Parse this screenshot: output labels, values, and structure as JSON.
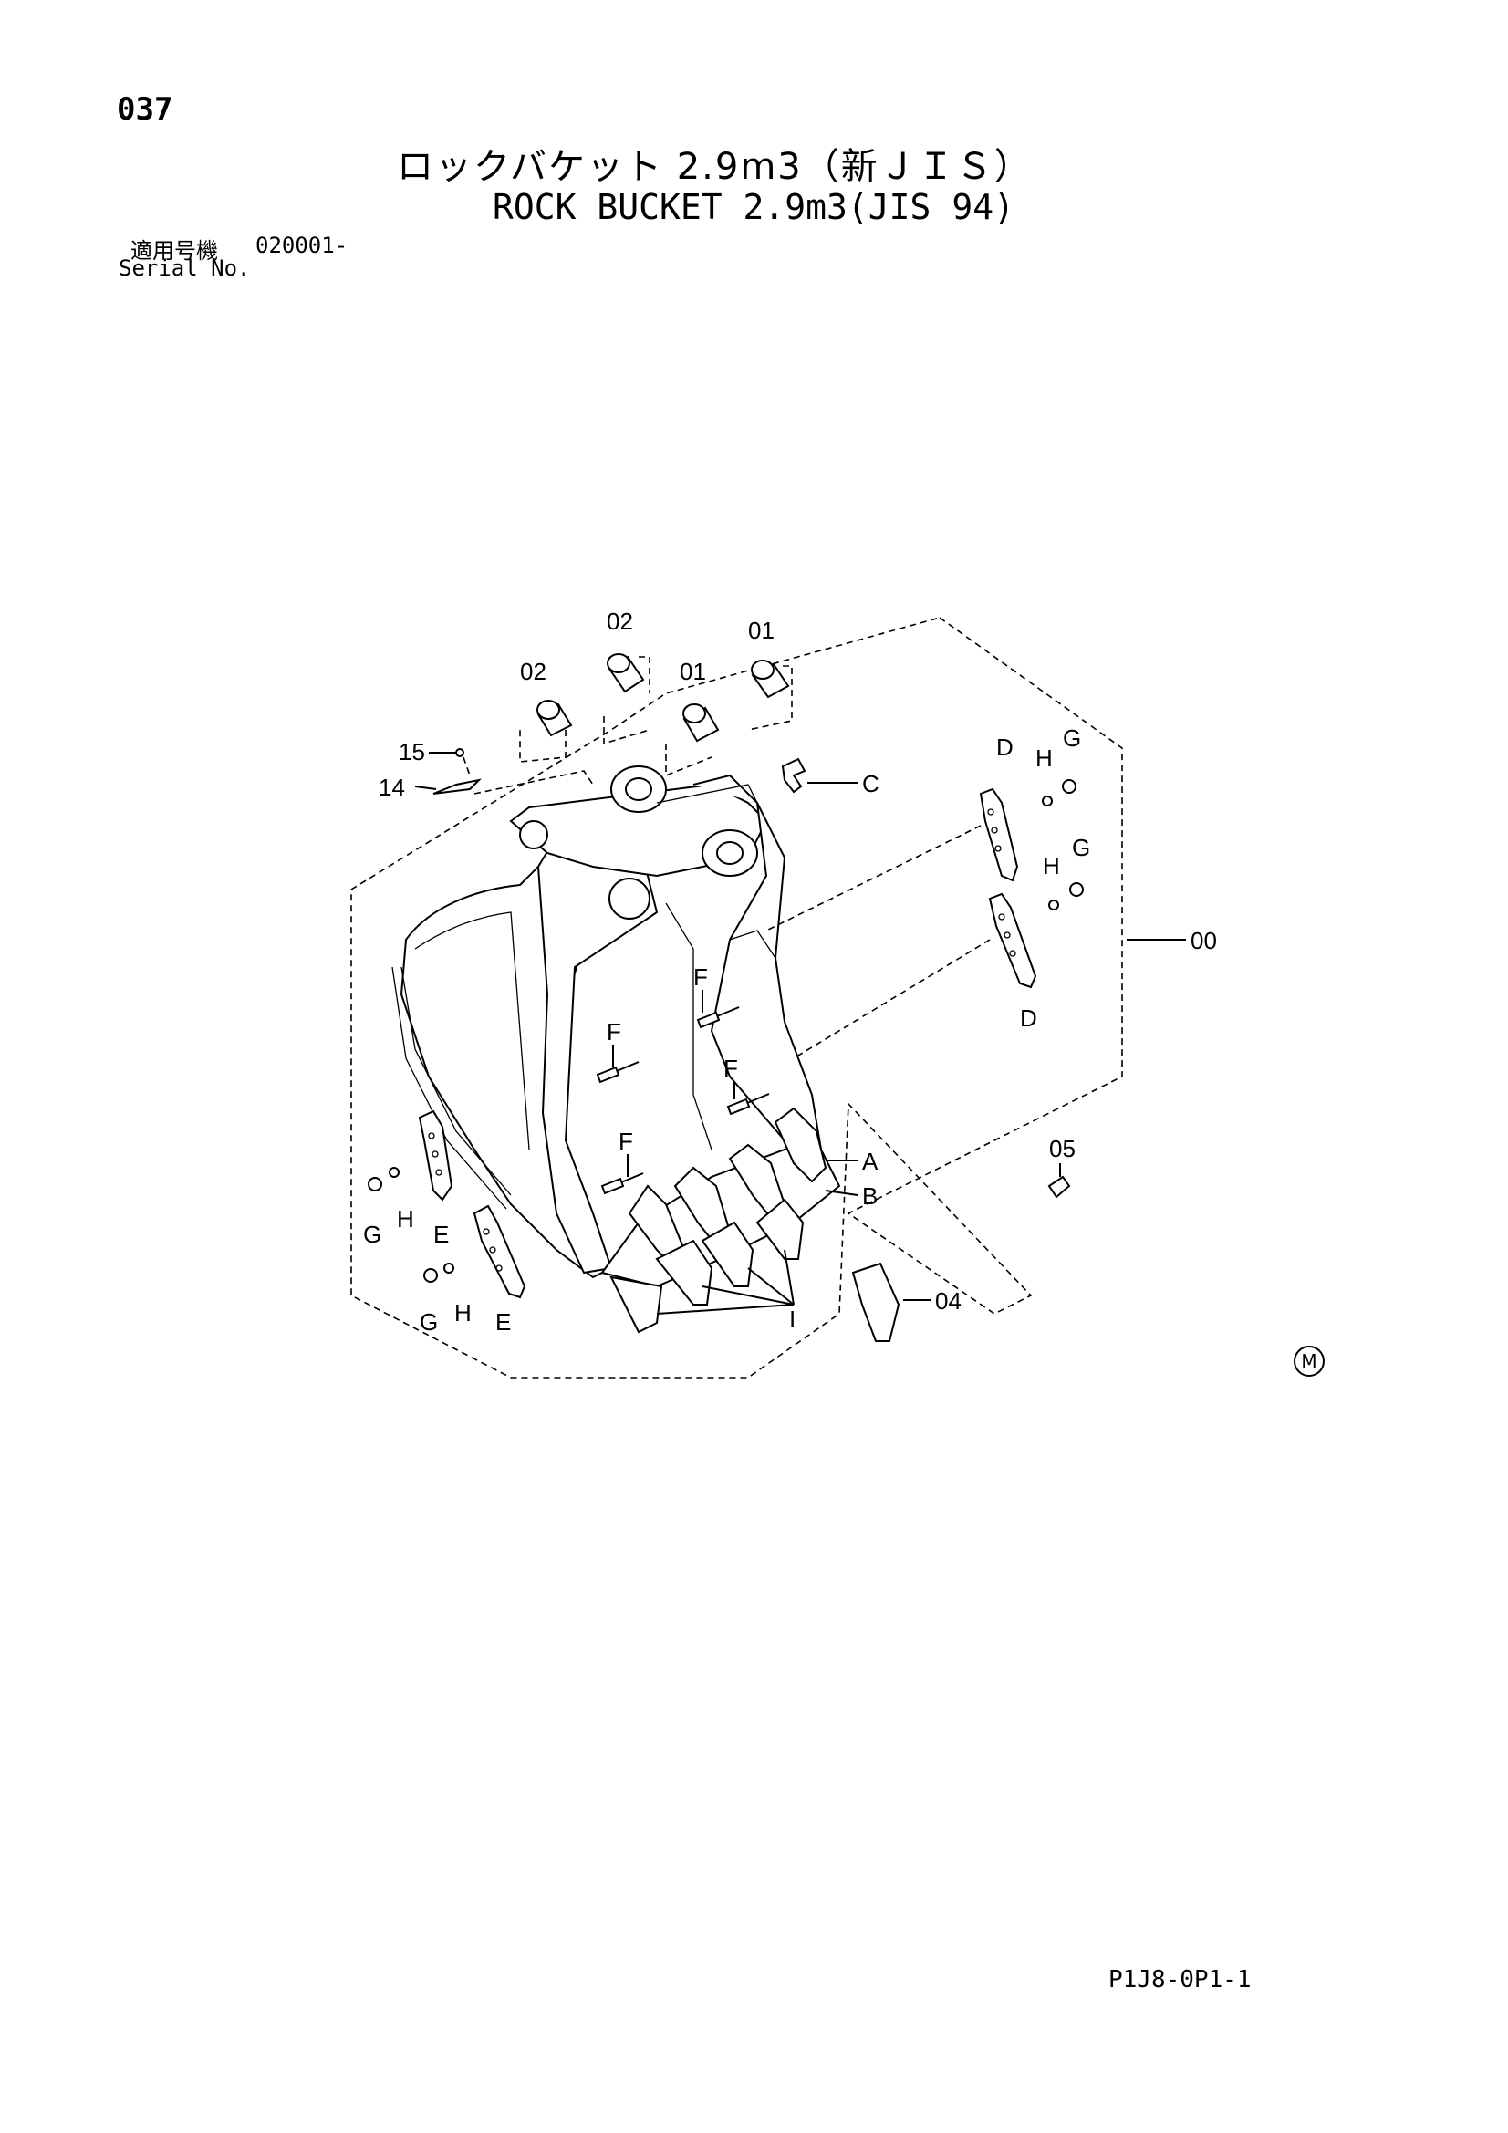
{
  "page_number": "037",
  "title_jp": "ロックバケット 2.9m3（新ＪＩＳ）",
  "title_en": "ROCK BUCKET 2.9m3(JIS 94)",
  "serial": {
    "label_jp": "適用号機",
    "value": "020001-",
    "label_en": "Serial No."
  },
  "drawing_code": "P1J8-0P1-1",
  "mark": "M",
  "callouts": {
    "c00": "00",
    "c01a": "01",
    "c01b": "01",
    "c02a": "02",
    "c02b": "02",
    "c04": "04",
    "c05": "05",
    "c14": "14",
    "c15": "15",
    "cA": "A",
    "cB": "B",
    "cC": "C",
    "cD1": "D",
    "cD2": "D",
    "cE1": "E",
    "cE2": "E",
    "cF1": "F",
    "cF2": "F",
    "cF3": "F",
    "cF4": "F",
    "cG1": "G",
    "cG2": "G",
    "cG3": "G",
    "cG4": "G",
    "cH1": "H",
    "cH2": "H",
    "cH3": "H",
    "cH4": "H",
    "cI": "I"
  }
}
